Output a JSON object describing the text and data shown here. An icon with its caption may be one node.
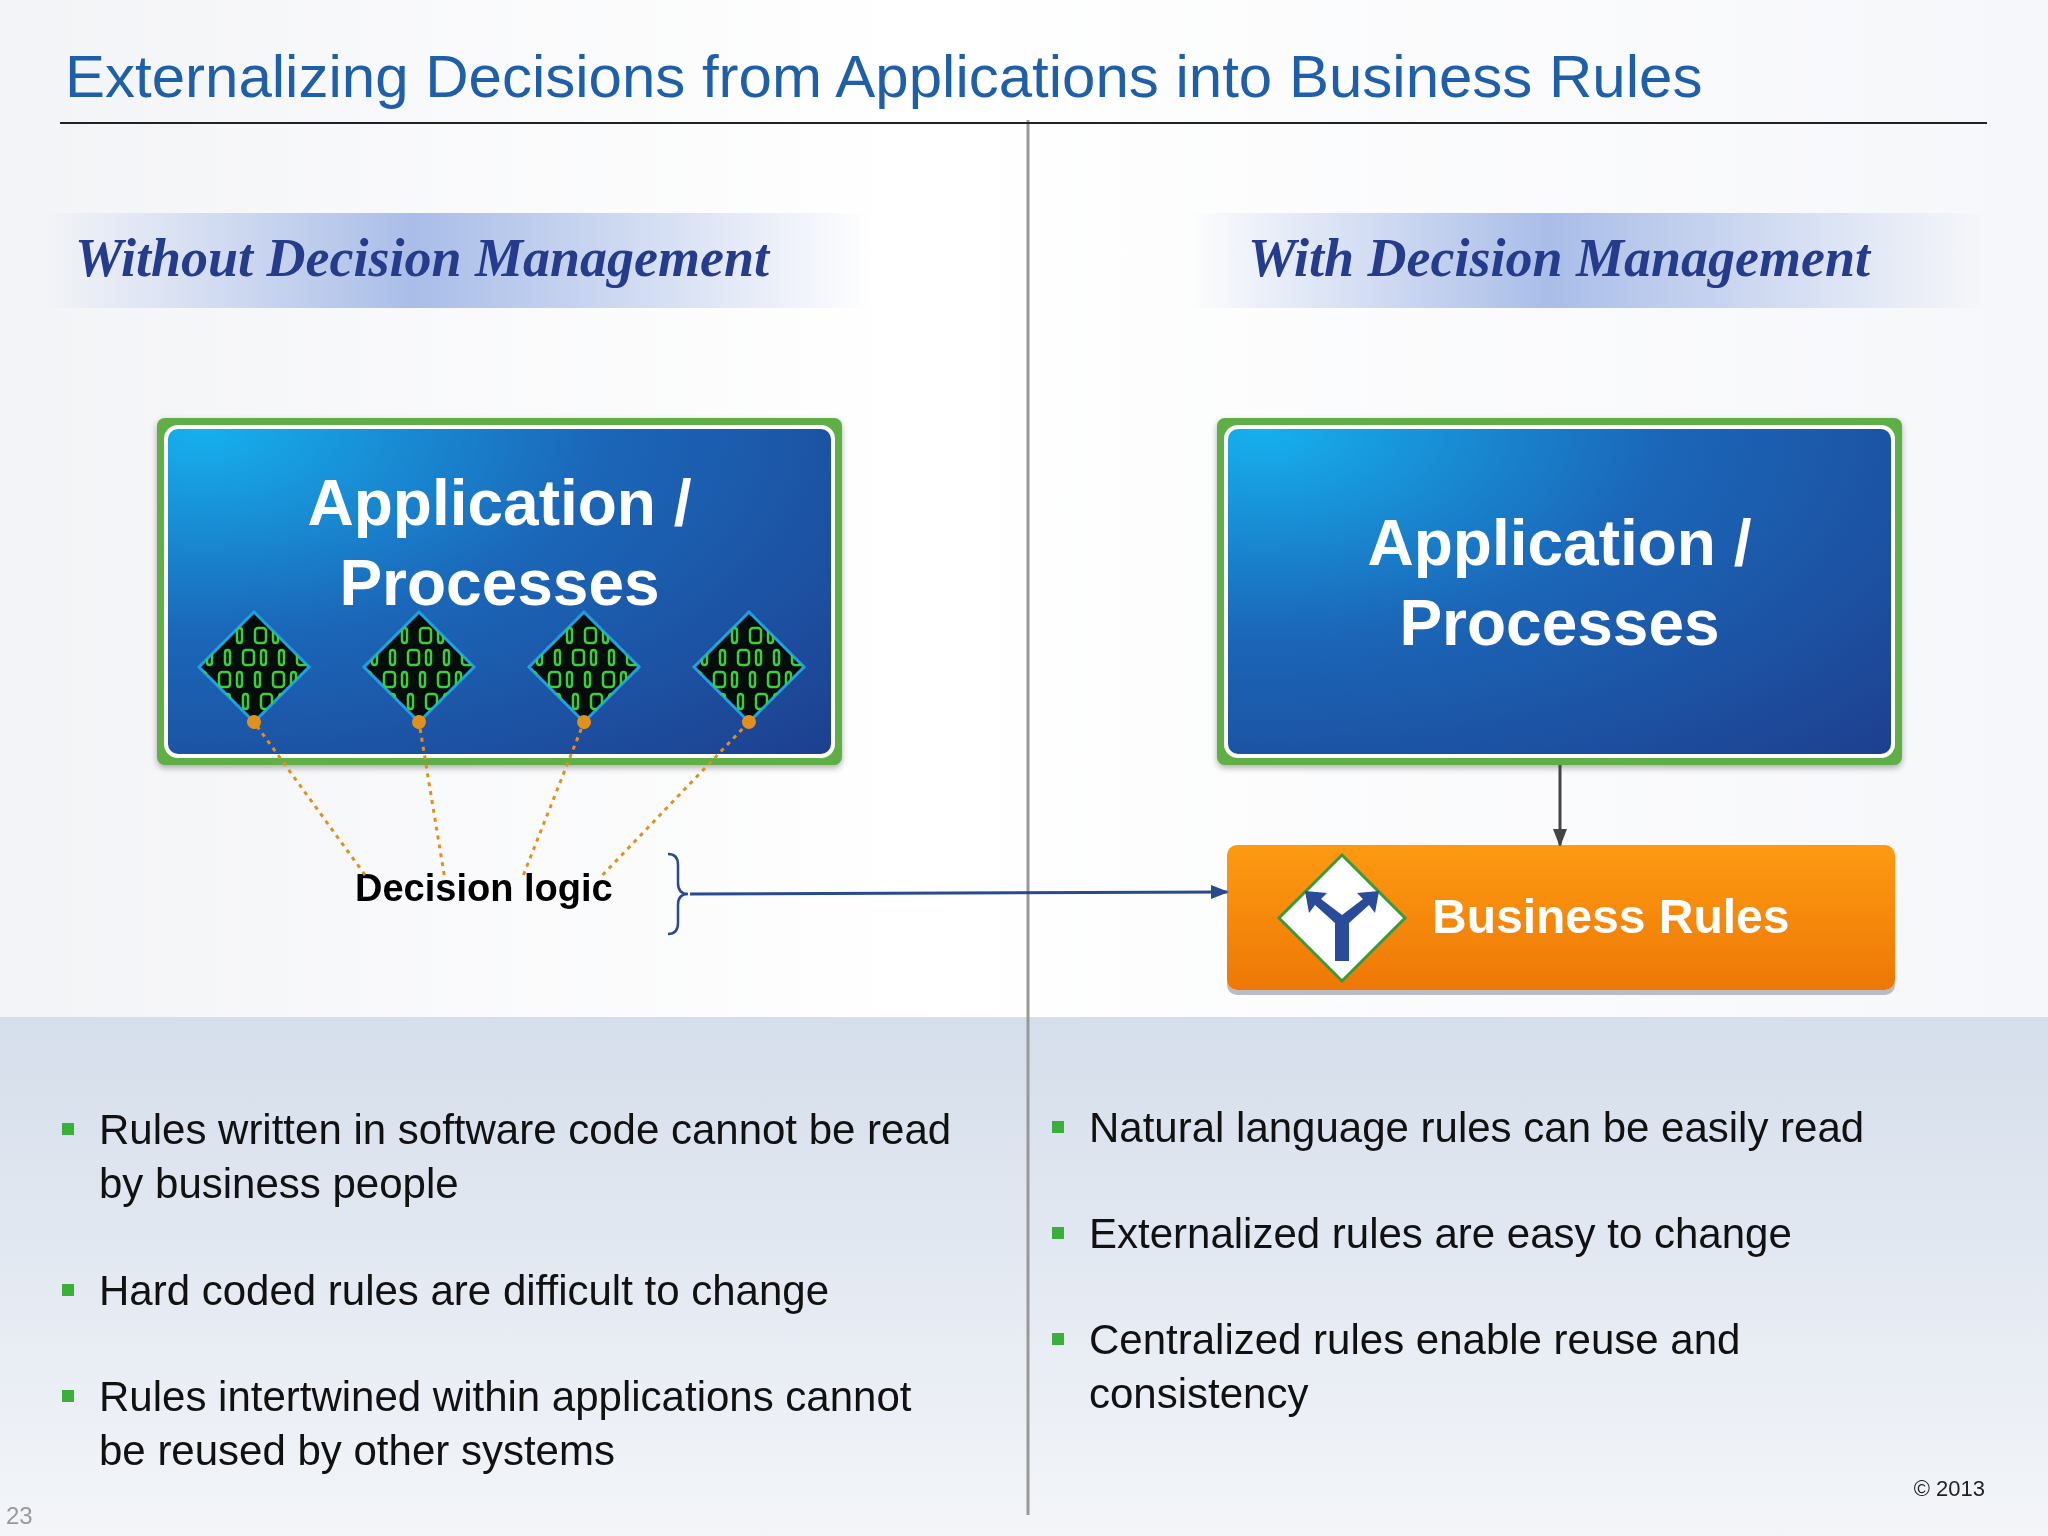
{
  "diagram": {
    "title": "Externalizing Decisions from Applications into Business Rules",
    "nodes": [
      {
        "text": [
          "Application / Processes"
        ]
      },
      {
        "text": [],
        "shape": "diamond",
        "in": 0
      },
      {
        "text": [],
        "shape": "diamond",
        "in": 0
      },
      {
        "text": [],
        "shape": "diamond",
        "in": 0
      },
      {
        "text": [],
        "shape": "diamond",
        "in": 0
      },
      {
        "text": [
          "Decision logic"
        ]
      },
      {
        "text": [
          "Application / Processes"
        ]
      },
      {
        "text": [
          "Business Rules"
        ]
      }
    ],
    "edges": [
      {
        "from": 5,
        "to": 1,
        "arrow": "other",
        "style": "dashed",
        "color": "#e0901e"
      },
      {
        "from": 5,
        "to": 2,
        "arrow": "other",
        "style": "dashed",
        "color": "#e0901e"
      },
      {
        "from": 5,
        "to": 3,
        "arrow": "other",
        "style": "dashed",
        "color": "#e0901e"
      },
      {
        "from": 5,
        "to": 4,
        "arrow": "other",
        "style": "dashed",
        "color": "#e0901e"
      },
      {
        "from": 5,
        "to": 7,
        "arrow": "to",
        "color": "#2a4a8f"
      },
      {
        "from": 6,
        "to": 7,
        "arrow": "to",
        "color": "#444444"
      }
    ],
    "labels": [
      "Without Decision Management",
      "With Decision Management",
      "Rules written in software code cannot be read by business people",
      "Hard coded rules are difficult to change",
      "Rules intertwined within applications cannot be reused by other systems",
      "Natural language rules can be easily read",
      "Externalized rules are easy to change",
      "Centralized rules enable reuse and consistency",
      "© 2013",
      "23"
    ]
  }
}
